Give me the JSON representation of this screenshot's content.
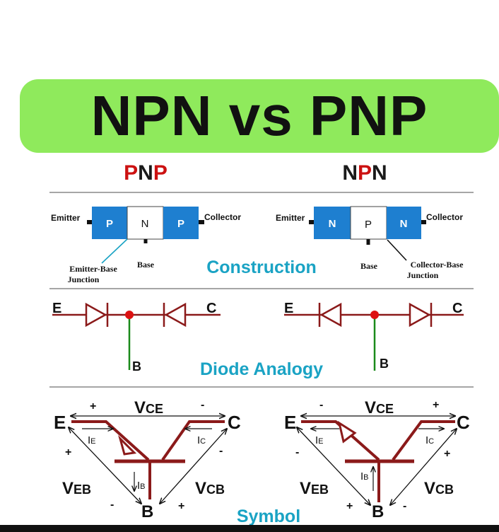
{
  "title": "NPN vs PNP",
  "columns": {
    "pnp": {
      "p1": "P",
      "n": "N",
      "p2": "P"
    },
    "npn": {
      "n1": "N",
      "p": "P",
      "n2": "N"
    }
  },
  "sections": {
    "construction": "Construction",
    "diode_analogy": "Diode Analogy",
    "symbol": "Symbol"
  },
  "construction": {
    "pnp": {
      "emitter": "Emitter",
      "collector": "Collector",
      "base": "Base",
      "junction_line1": "Emitter-Base",
      "junction_line2": "Junction",
      "blocks": [
        "P",
        "N",
        "P"
      ]
    },
    "npn": {
      "emitter": "Emitter",
      "collector": "Collector",
      "base": "Base",
      "junction_line1": "Collector-Base",
      "junction_line2": "Junction",
      "blocks": [
        "N",
        "P",
        "N"
      ]
    }
  },
  "diode": {
    "pnp": {
      "e": "E",
      "c": "C",
      "b": "B"
    },
    "npn": {
      "e": "E",
      "c": "C",
      "b": "B"
    }
  },
  "symbol": {
    "pnp": {
      "e": "E",
      "c": "C",
      "b": "B",
      "vce_main": "V",
      "vce_sub": "CE",
      "vce_left_sign": "+",
      "vce_right_sign": "-",
      "veb_main": "V",
      "veb_sub": "EB",
      "veb_top_sign": "+",
      "veb_bottom_sign": "-",
      "vcb_main": "V",
      "vcb_sub": "CB",
      "vcb_top_sign": "-",
      "vcb_bottom_sign": "+",
      "ie_main": "I",
      "ie_sub": "E",
      "ic_main": "I",
      "ic_sub": "C",
      "ib_main": "I",
      "ib_sub": "B"
    },
    "npn": {
      "e": "E",
      "c": "C",
      "b": "B",
      "vce_main": "V",
      "vce_sub": "CE",
      "vce_left_sign": "-",
      "vce_right_sign": "+",
      "veb_main": "V",
      "veb_sub": "EB",
      "veb_top_sign": "-",
      "veb_bottom_sign": "+",
      "vcb_main": "V",
      "vcb_sub": "CB",
      "vcb_top_sign": "+",
      "vcb_bottom_sign": "-",
      "ie_main": "I",
      "ie_sub": "E",
      "ic_main": "I",
      "ic_sub": "C",
      "ib_main": "I",
      "ib_sub": "B"
    }
  },
  "colors": {
    "banner": "#8fea5c",
    "accent_red": "#cc1111",
    "block_blue": "#1e7fd0",
    "wire_dark_red": "#8b1a1a",
    "base_green": "#1a8a1a",
    "label_teal": "#1aa3c4"
  }
}
